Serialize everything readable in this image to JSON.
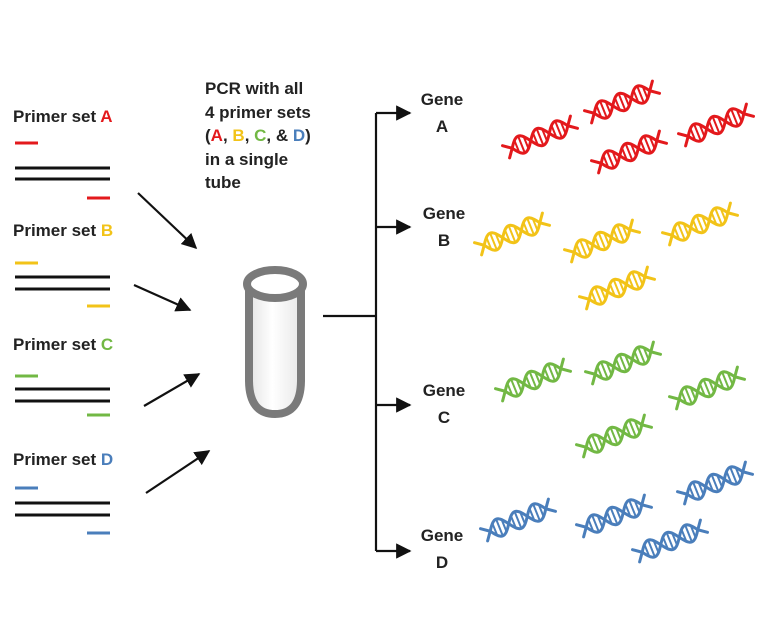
{
  "colors": {
    "A": "#e3191c",
    "B": "#f2c318",
    "C": "#72b844",
    "D": "#4a7ebb",
    "text": "#222222",
    "tube": "#7a7a7a"
  },
  "primer_sets": [
    {
      "prefix": "Primer set ",
      "letter": "A"
    },
    {
      "prefix": "Primer set ",
      "letter": "B"
    },
    {
      "prefix": "Primer set ",
      "letter": "C"
    },
    {
      "prefix": "Primer set ",
      "letter": "D"
    }
  ],
  "pcr": {
    "line1": "PCR with all",
    "line2": "4 primer sets",
    "open": "(",
    "a": "A",
    "sep1": ", ",
    "b": "B",
    "sep2": ", ",
    "c": "C",
    "sep3": ", & ",
    "d": "D",
    "close": ")",
    "line4": "in a single",
    "line5": "tube"
  },
  "genes": [
    {
      "word": "Gene",
      "letter": "A"
    },
    {
      "word": "Gene",
      "letter": "B"
    },
    {
      "word": "Gene",
      "letter": "C"
    },
    {
      "word": "Gene",
      "letter": "D"
    }
  ]
}
